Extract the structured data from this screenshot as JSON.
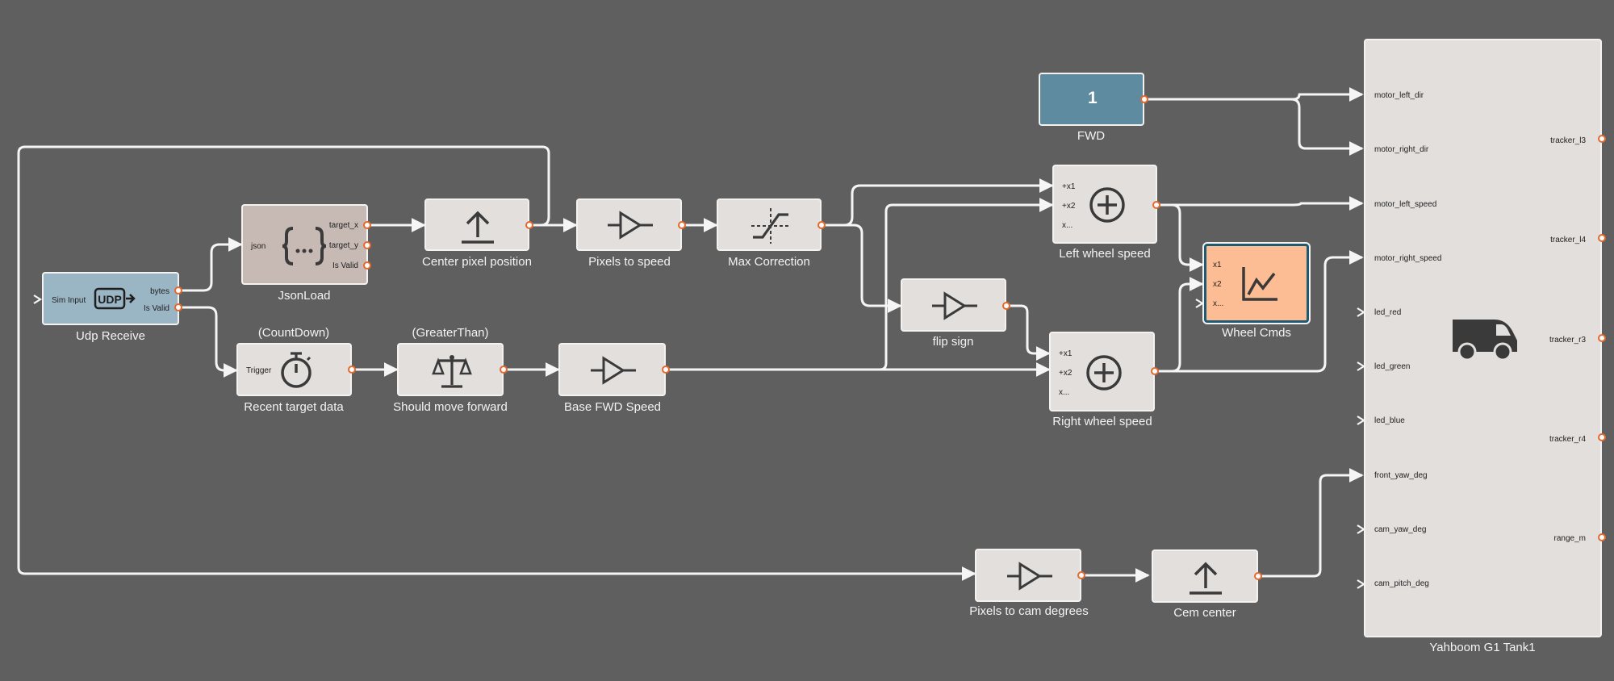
{
  "blocks": {
    "udp_receive": {
      "label": "Udp Receive",
      "in_port": "Sim Input",
      "out_bytes": "bytes",
      "out_valid": "Is Valid"
    },
    "json_load": {
      "label": "JsonLoad",
      "in_port": "json",
      "out_x": "target_x",
      "out_y": "target_y",
      "out_valid": "Is Valid"
    },
    "center_pixel": {
      "label": "Center pixel position"
    },
    "pixels_to_speed": {
      "label": "Pixels to speed"
    },
    "max_correction": {
      "label": "Max Correction"
    },
    "countdown": {
      "label": "Recent target data",
      "subtitle": "(CountDown)",
      "in_port": "Trigger"
    },
    "greaterthan": {
      "label": "Should move forward",
      "subtitle": "(GreaterThan)"
    },
    "base_fwd": {
      "label": "Base FWD Speed"
    },
    "fwd": {
      "label": "FWD",
      "value": "1"
    },
    "left_wheel": {
      "label": "Left wheel speed",
      "p1": "+x1",
      "p2": "+x2",
      "p3": "x..."
    },
    "flip_sign": {
      "label": "flip sign"
    },
    "right_wheel": {
      "label": "Right wheel speed",
      "p1": "+x1",
      "p2": "+x2",
      "p3": "x..."
    },
    "wheel_cmds": {
      "label": "Wheel Cmds",
      "p1": "x1",
      "p2": "x2",
      "p3": "x..."
    },
    "pixels_cam": {
      "label": "Pixels to cam degrees"
    },
    "cam_center": {
      "label": "Cem center"
    },
    "tank": {
      "label": "Yahboom G1 Tank1",
      "inputs": [
        "motor_left_dir",
        "motor_right_dir",
        "motor_left_speed",
        "motor_right_speed",
        "led_red",
        "led_green",
        "led_blue",
        "front_yaw_deg",
        "cam_yaw_deg",
        "cam_pitch_deg"
      ],
      "outputs": [
        "tracker_l3",
        "tracker_l4",
        "tracker_r3",
        "tracker_r4",
        "range_m"
      ]
    }
  },
  "colors": {
    "background": "#5f5f5f",
    "block": "#e2dfdd",
    "udp": "#9ab5c4",
    "json": "#c7bab4",
    "const": "#5e8ba0",
    "scope": "#fdbd94",
    "port_ring": "#e26a2c",
    "wire": "#f5f5f5"
  },
  "icons": {
    "udp_receive": "udp-icon",
    "json_load": "braces-icon",
    "center_pixel": "upload-arrow-icon",
    "pixels_to_speed": "gain-triangle-icon",
    "max_correction": "saturation-icon",
    "countdown": "stopwatch-icon",
    "greaterthan": "balance-scale-icon",
    "base_fwd": "gain-triangle-icon",
    "left_wheel": "sum-icon",
    "flip_sign": "gain-triangle-icon",
    "right_wheel": "sum-icon",
    "wheel_cmds": "chart-icon",
    "pixels_cam": "gain-triangle-icon",
    "cam_center": "upload-arrow-icon",
    "tank": "truck-icon"
  }
}
